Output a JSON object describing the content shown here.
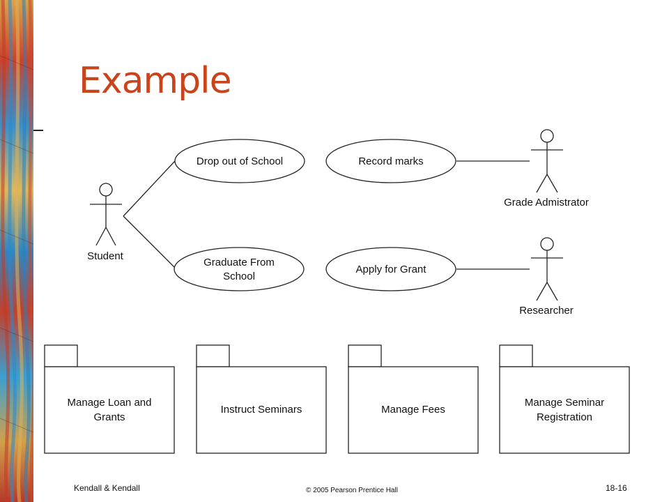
{
  "slide": {
    "title": "Example",
    "accent_color": "#c8441c"
  },
  "diagram": {
    "actors": [
      {
        "id": "student",
        "label": "Student"
      },
      {
        "id": "grade-admin",
        "label": "Grade Admistrator"
      },
      {
        "id": "researcher",
        "label": "Researcher"
      }
    ],
    "use_cases": [
      {
        "id": "drop",
        "lines": [
          "Drop out of School"
        ]
      },
      {
        "id": "graduate",
        "lines": [
          "Graduate From",
          "School"
        ]
      },
      {
        "id": "record",
        "lines": [
          "Record marks"
        ]
      },
      {
        "id": "grant",
        "lines": [
          "Apply for Grant"
        ]
      }
    ],
    "packages": [
      {
        "lines": [
          "Manage Loan and",
          "Grants"
        ]
      },
      {
        "lines": [
          "Instruct Seminars"
        ]
      },
      {
        "lines": [
          "Manage Fees"
        ]
      },
      {
        "lines": [
          "Manage Seminar",
          "Registration"
        ]
      }
    ]
  },
  "footer": {
    "left": "Kendall & Kendall",
    "center": "© 2005 Pearson Prentice Hall",
    "right": "18-16"
  }
}
